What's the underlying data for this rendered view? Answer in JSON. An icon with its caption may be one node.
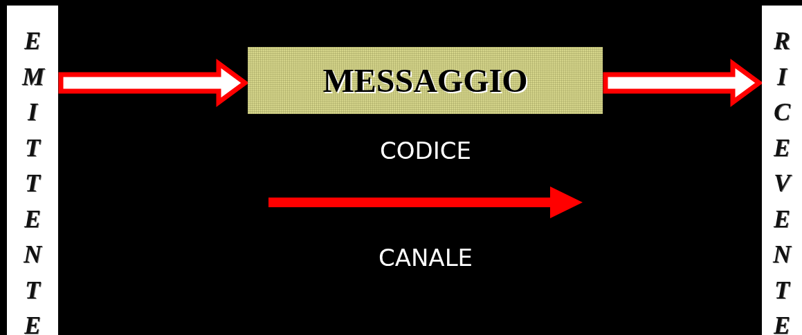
{
  "diagram": {
    "nodes": [
      {
        "text": [
          "EMITTENTE"
        ]
      },
      {
        "text": [
          "MESSAGGIO"
        ]
      },
      {
        "text": [
          "RICEVENTE"
        ]
      }
    ],
    "edges": [
      {
        "from": 0,
        "to": 1,
        "arrow": "to"
      },
      {
        "from": 1,
        "to": 2,
        "arrow": "to"
      }
    ],
    "labels": [
      "CODICE",
      "CANALE"
    ]
  }
}
